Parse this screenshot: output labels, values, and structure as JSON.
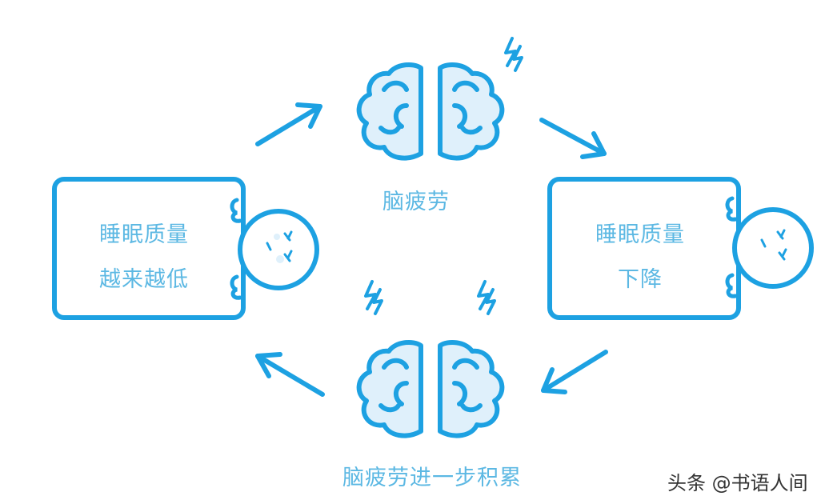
{
  "colors": {
    "stroke": "#1da1e2",
    "fill": "#dff0fb",
    "text": "#5cb8e3",
    "watermark": "#333333"
  },
  "icons": {
    "brain_top": "brain-icon",
    "brain_bottom": "brain-icon",
    "lightning": "lightning-icon",
    "sleeper_left": "sleeping-person-icon",
    "sleeper_right": "sleeping-person-icon",
    "arrows": "arrow-icon"
  },
  "nodes": {
    "top": {
      "label": "脑疲劳"
    },
    "right": {
      "line1": "睡眠质量",
      "line2": "下降"
    },
    "bottom": {
      "label": "脑疲劳进一步积累"
    },
    "left": {
      "line1": "睡眠质量",
      "line2": "越来越低"
    }
  },
  "watermark": {
    "text": "头条 @书语人间"
  }
}
